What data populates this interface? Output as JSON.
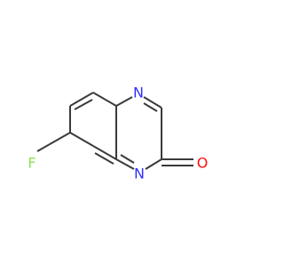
{
  "molecule": {
    "atoms": {
      "n_top": {
        "symbol": "N",
        "color": "#3030ff"
      },
      "n_bottom": {
        "symbol": "N",
        "color": "#3030ff"
      },
      "o": {
        "symbol": "O",
        "color": "#ff0d0d"
      },
      "f": {
        "symbol": "F",
        "color": "#90e050"
      }
    },
    "bond_color": "#3a3a3a"
  }
}
